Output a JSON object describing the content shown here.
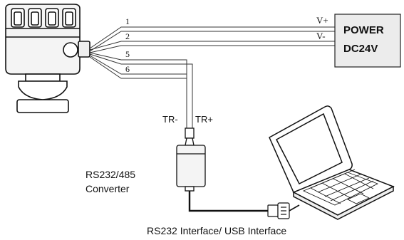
{
  "wires": {
    "wire_1": "1",
    "wire_2": "2",
    "wire_5": "5",
    "wire_6": "6",
    "v_plus": "V+",
    "v_minus": "V-"
  },
  "power_supply": {
    "line1": "POWER",
    "line2": "DC24V"
  },
  "signal_labels": {
    "tr_minus": "TR-",
    "tr_plus": "TR+"
  },
  "converter": {
    "line1": "RS232/485",
    "line2": "Converter"
  },
  "interface_caption": "RS232 Interface/ USB Interface"
}
